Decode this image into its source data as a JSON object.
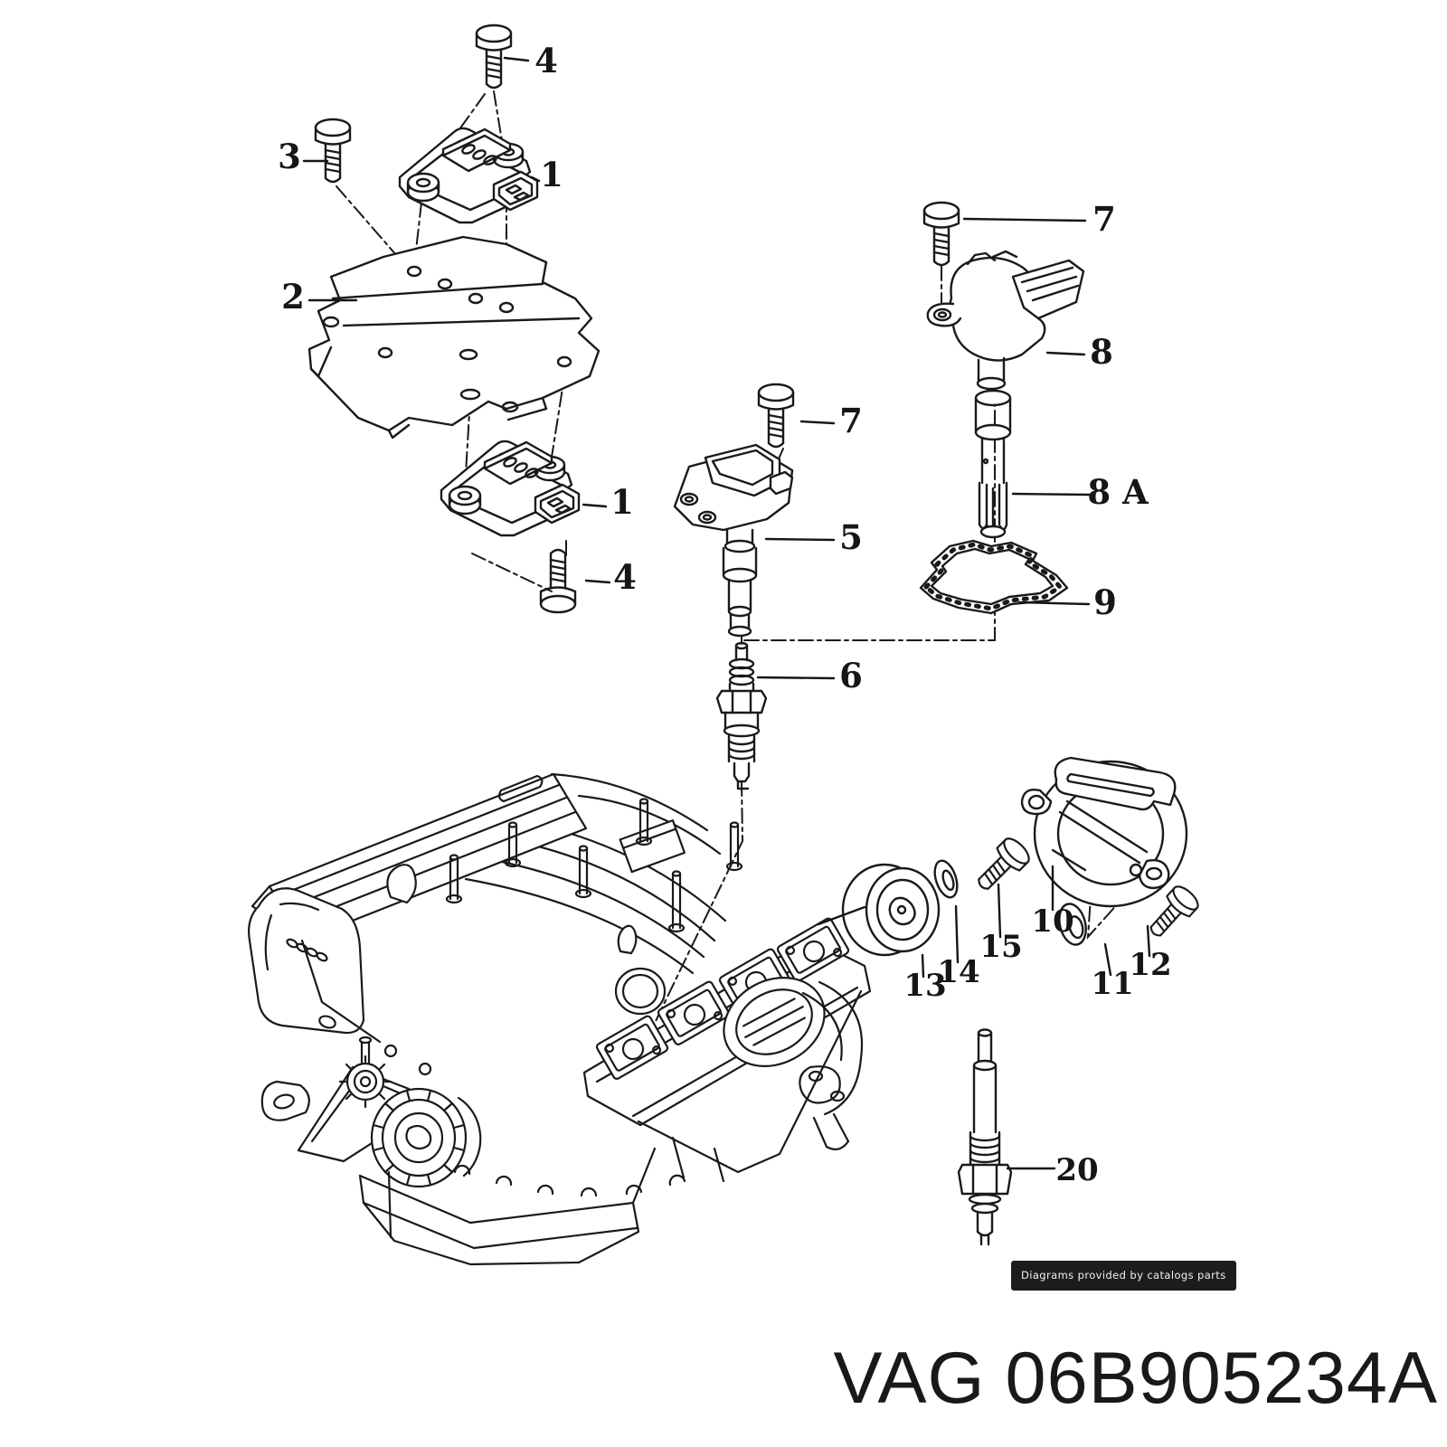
{
  "colors": {
    "line": "#1a1a1a",
    "background": "#ffffff",
    "watermark_bg": "#1c1c1c",
    "watermark_text": "#f2f2f2",
    "footer_text": "#191919"
  },
  "watermark": {
    "text": "Diagrams provided by catalogs parts"
  },
  "footer": {
    "brand": "VAG",
    "part_number": "06B905234A"
  },
  "callouts": [
    {
      "label": "4"
    },
    {
      "label": "3"
    },
    {
      "label": "1"
    },
    {
      "label": "2"
    },
    {
      "label": "1"
    },
    {
      "label": "4"
    },
    {
      "label": "7"
    },
    {
      "label": "5"
    },
    {
      "label": "6"
    },
    {
      "label": "7"
    },
    {
      "label": "8"
    },
    {
      "label": "8 A"
    },
    {
      "label": "9"
    },
    {
      "label": "10"
    },
    {
      "label": "15"
    },
    {
      "label": "14"
    },
    {
      "label": "13"
    },
    {
      "label": "11"
    },
    {
      "label": "12"
    },
    {
      "label": "20"
    }
  ]
}
